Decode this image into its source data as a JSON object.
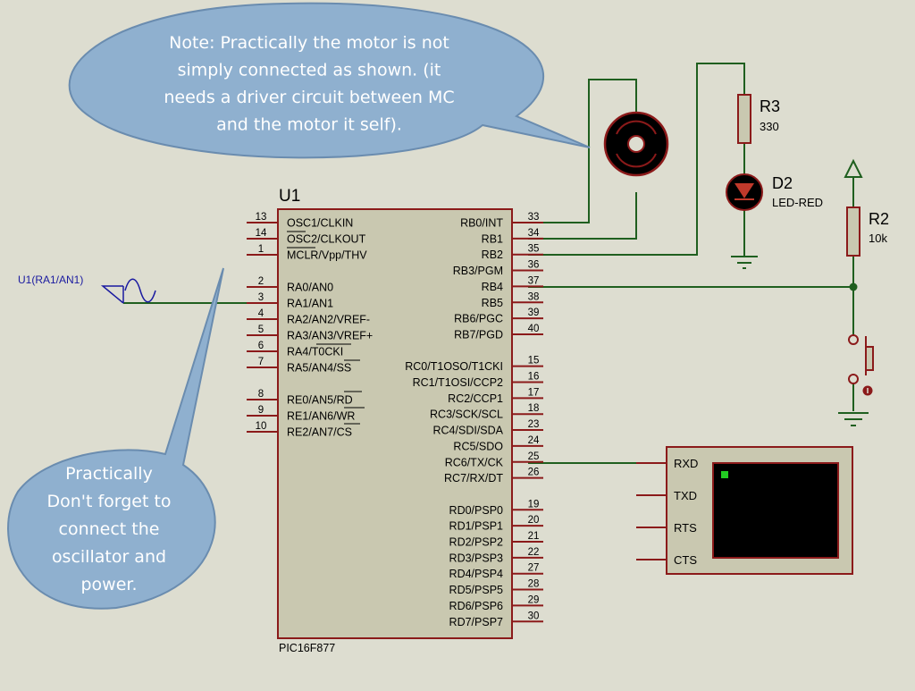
{
  "colors": {
    "background": "#ddddd0",
    "wire": "#1f5f1f",
    "component_outline": "#8b1a1a",
    "chip_fill": "#c9c8b0",
    "callout_fill": "#8fb0cf",
    "callout_border": "#6a8caf",
    "terminal_led": "#22cc22",
    "probe_label": "#1a1aa0"
  },
  "callouts": {
    "motor_note": [
      "Note: Practically the motor is not",
      "simply connected as  shown. (it",
      "needs a driver circuit between MC",
      "and the motor it self)."
    ],
    "oscillator_note": [
      "Practically",
      "Don't forget to",
      "connect the",
      "oscillator and",
      "power."
    ]
  },
  "probe": {
    "label": "U1(RA1/AN1)",
    "icon": "sine-wave-generator-icon"
  },
  "chip": {
    "ref": "U1",
    "part": "PIC16F877",
    "left_pins": [
      {
        "num": "13",
        "name": "OSC1/CLKIN"
      },
      {
        "num": "14",
        "name": "OSC2/CLKOUT"
      },
      {
        "num": "1",
        "name": "MCLR/Vpp/THV"
      },
      {
        "num": "2",
        "name": "RA0/AN0"
      },
      {
        "num": "3",
        "name": "RA1/AN1"
      },
      {
        "num": "4",
        "name": "RA2/AN2/VREF-"
      },
      {
        "num": "5",
        "name": "RA3/AN3/VREF+"
      },
      {
        "num": "6",
        "name": "RA4/T0CKI"
      },
      {
        "num": "7",
        "name": "RA5/AN4/SS"
      },
      {
        "num": "8",
        "name": "RE0/AN5/RD"
      },
      {
        "num": "9",
        "name": "RE1/AN6/WR"
      },
      {
        "num": "10",
        "name": "RE2/AN7/CS"
      }
    ],
    "right_pins": [
      {
        "num": "33",
        "name": "RB0/INT"
      },
      {
        "num": "34",
        "name": "RB1"
      },
      {
        "num": "35",
        "name": "RB2"
      },
      {
        "num": "36",
        "name": "RB3/PGM"
      },
      {
        "num": "37",
        "name": "RB4"
      },
      {
        "num": "38",
        "name": "RB5"
      },
      {
        "num": "39",
        "name": "RB6/PGC"
      },
      {
        "num": "40",
        "name": "RB7/PGD"
      },
      {
        "num": "15",
        "name": "RC0/T1OSO/T1CKI"
      },
      {
        "num": "16",
        "name": "RC1/T1OSI/CCP2"
      },
      {
        "num": "17",
        "name": "RC2/CCP1"
      },
      {
        "num": "18",
        "name": "RC3/SCK/SCL"
      },
      {
        "num": "23",
        "name": "RC4/SDI/SDA"
      },
      {
        "num": "24",
        "name": "RC5/SDO"
      },
      {
        "num": "25",
        "name": "RC6/TX/CK"
      },
      {
        "num": "26",
        "name": "RC7/RX/DT"
      },
      {
        "num": "19",
        "name": "RD0/PSP0"
      },
      {
        "num": "20",
        "name": "RD1/PSP1"
      },
      {
        "num": "21",
        "name": "RD2/PSP2"
      },
      {
        "num": "22",
        "name": "RD3/PSP3"
      },
      {
        "num": "27",
        "name": "RD4/PSP4"
      },
      {
        "num": "28",
        "name": "RD5/PSP5"
      },
      {
        "num": "29",
        "name": "RD6/PSP6"
      },
      {
        "num": "30",
        "name": "RD7/PSP7"
      }
    ]
  },
  "components": {
    "r3": {
      "ref": "R3",
      "value": "330"
    },
    "d2": {
      "ref": "D2",
      "value": "LED-RED"
    },
    "r2": {
      "ref": "R2",
      "value": "10k"
    },
    "motor": {
      "icon": "dc-motor-icon"
    },
    "button": {
      "icon": "push-button-icon"
    }
  },
  "terminal": {
    "pins": [
      "RXD",
      "TXD",
      "RTS",
      "CTS"
    ]
  }
}
